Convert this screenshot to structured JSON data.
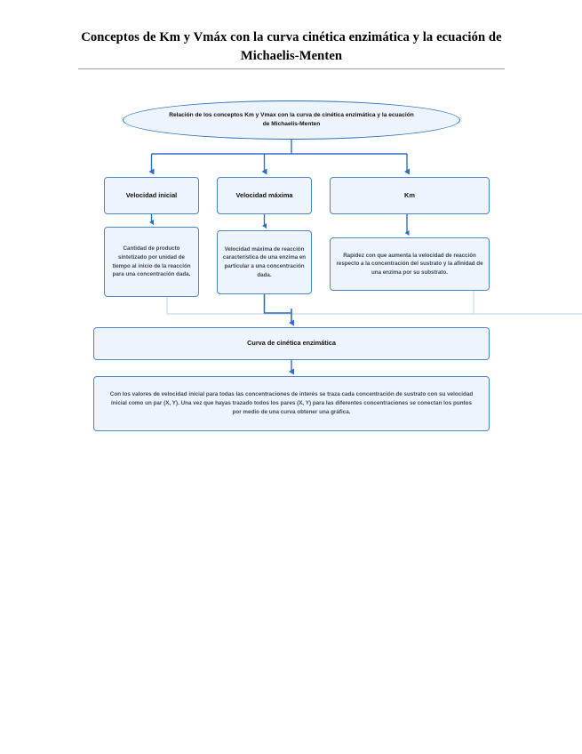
{
  "document": {
    "title": "Conceptos de Km y Vmáx con la curva cinética enzimática y la ecuación de Michaelis-Menten"
  },
  "colors": {
    "node_border": "#4a86c8",
    "node_fill": "#eef4fd",
    "ellipse_border": "#2e6fc0",
    "connector": "#2e6fc0",
    "connector_light": "#9dc2e8",
    "title_rule": "#9b9b9b",
    "body_text": "#3c4a5a"
  },
  "diagram": {
    "type": "flowchart",
    "root": {
      "shape": "ellipse",
      "label": "Relación de los conceptos Km y Vmax con la curva de cinética enzimática y la ecuación de Michaelis-Menten"
    },
    "branches": [
      {
        "head": "Velocidad inicial",
        "description": "Cantidad de producto sintetizado por unidad de tiempo al inicio de la reacción para una concentración dada."
      },
      {
        "head": "Velocidad máxima",
        "description": "Velocidad máxima de reacción característica de una enzima en particular a una concentración dada."
      },
      {
        "head": "Km",
        "description": "Rapidez con que aumenta la velocidad de reacción respecto a la concentración del sustrato y la afinidad de una enzima por su substrato."
      }
    ],
    "result": {
      "label": "Curva de cinética enzimática"
    },
    "procedure": {
      "label": "Con los valores de velocidad inicial  para todas las concentraciones de interés se traza cada concentración de sustrato con su velocidad inicial como un par (X, Y). Una vez que hayas trazado todos los pares (X, Y) para las diferentes concentraciones se conectan los puntos por medio de una curva  obtener una gráfica."
    }
  }
}
